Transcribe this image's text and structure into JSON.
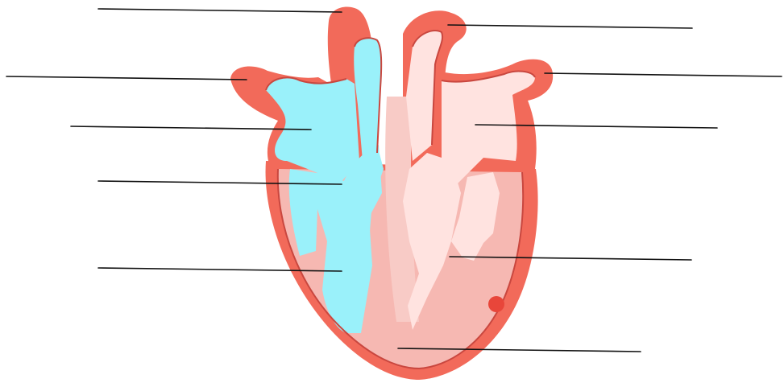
{
  "diagram": {
    "subject": "heart",
    "colors": {
      "outer_wall": "#f26a5a",
      "outer_wall_dark": "#e8463a",
      "muscle": "#f5b7b1",
      "muscle_light": "#f8cbc6",
      "deoxygenated_side": "#9af1fa",
      "oxygenated_side": "#ffe3e0",
      "outline": "#c9473f",
      "leader_line": "#111111"
    },
    "labels": [
      {
        "id": "label-1",
        "text": ""
      },
      {
        "id": "label-2",
        "text": ""
      },
      {
        "id": "label-3",
        "text": ""
      },
      {
        "id": "label-4",
        "text": ""
      },
      {
        "id": "label-5",
        "text": ""
      },
      {
        "id": "label-6",
        "text": ""
      },
      {
        "id": "label-7",
        "text": ""
      },
      {
        "id": "label-8",
        "text": ""
      },
      {
        "id": "label-9",
        "text": ""
      },
      {
        "id": "label-10",
        "text": ""
      }
    ]
  }
}
